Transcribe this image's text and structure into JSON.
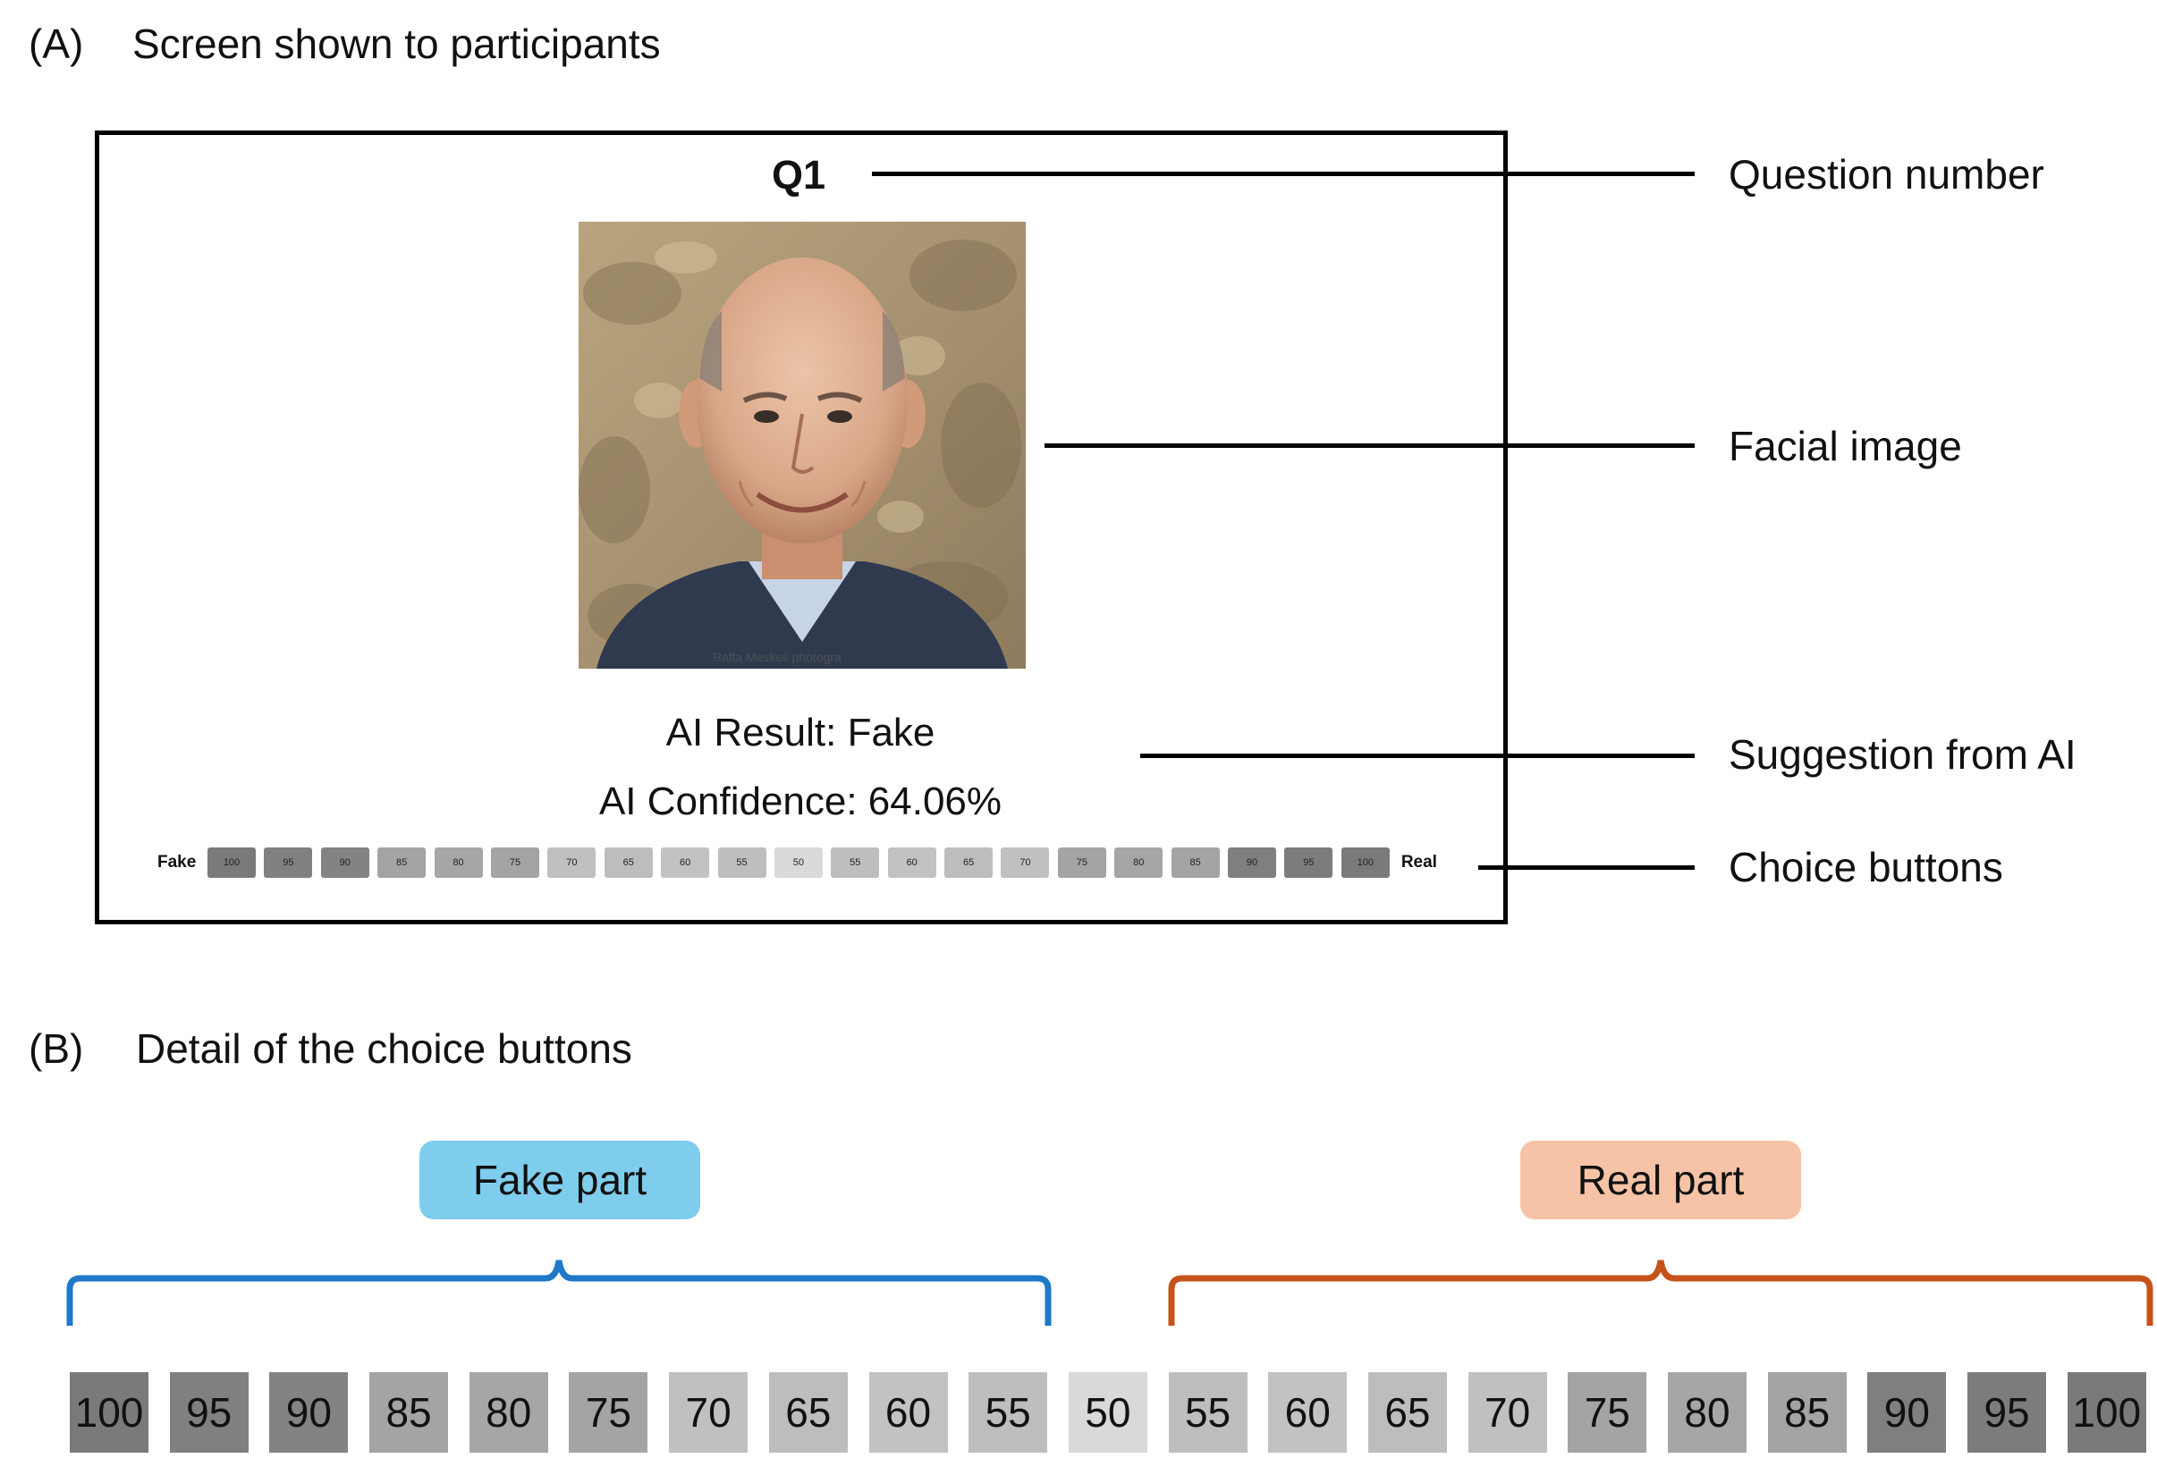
{
  "section_a": {
    "letter": "(A)",
    "title": "Screen shown to participants"
  },
  "section_b": {
    "letter": "(B)",
    "title": "Detail of the choice buttons"
  },
  "screen": {
    "question": "Q1",
    "photo_watermark": "Raffa Meskell photogra",
    "ai_result": "AI Result: Fake",
    "ai_confidence": "AI Confidence: 64.06%",
    "fake_label": "Fake",
    "real_label": "Real"
  },
  "callouts": {
    "question_number": "Question number",
    "facial_image": "Facial image",
    "suggestion": "Suggestion from AI",
    "choice_buttons": "Choice buttons"
  },
  "buttons": [
    {
      "label": "100",
      "shade": "#7a7a7a"
    },
    {
      "label": "95",
      "shade": "#808080"
    },
    {
      "label": "90",
      "shade": "#838383"
    },
    {
      "label": "85",
      "shade": "#a4a4a4"
    },
    {
      "label": "80",
      "shade": "#a6a6a6"
    },
    {
      "label": "75",
      "shade": "#a4a4a4"
    },
    {
      "label": "70",
      "shade": "#c0c0c0"
    },
    {
      "label": "65",
      "shade": "#bdbdbd"
    },
    {
      "label": "60",
      "shade": "#c2c2c2"
    },
    {
      "label": "55",
      "shade": "#bebebe"
    },
    {
      "label": "50",
      "shade": "#d9d9d9"
    },
    {
      "label": "55",
      "shade": "#bebebe"
    },
    {
      "label": "60",
      "shade": "#c2c2c2"
    },
    {
      "label": "65",
      "shade": "#bdbdbd"
    },
    {
      "label": "70",
      "shade": "#c0c0c0"
    },
    {
      "label": "75",
      "shade": "#a4a4a4"
    },
    {
      "label": "80",
      "shade": "#a6a6a6"
    },
    {
      "label": "85",
      "shade": "#a4a4a4"
    },
    {
      "label": "90",
      "shade": "#7f7f7f"
    },
    {
      "label": "95",
      "shade": "#7c7c7c"
    },
    {
      "label": "100",
      "shade": "#7a7a7a"
    }
  ],
  "brackets": {
    "fake": {
      "label": "Fake part",
      "color": "#1f78c8",
      "fill": "#7fcdec"
    },
    "real": {
      "label": "Real part",
      "color": "#c5531a",
      "fill": "#f6c3a6"
    }
  }
}
